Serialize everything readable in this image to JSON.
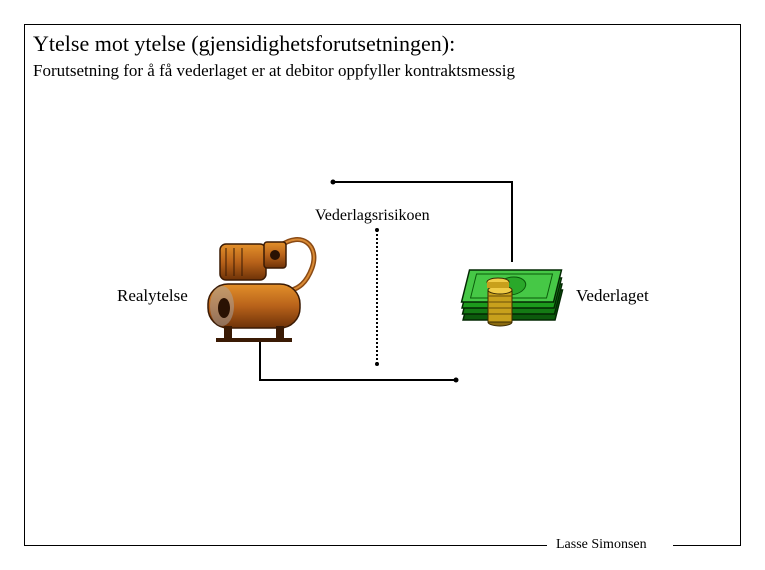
{
  "title": "Ytelse mot ytelse (gjensidighetsforutsetningen):",
  "subtitle": "Forutsetning for å få vederlaget er at debitor oppfyller kontraktsmessig",
  "labels": {
    "risk": "Vederlagsrisikoen",
    "left": "Realytelse",
    "right": "Vederlaget"
  },
  "footer": "Lasse Simonsen",
  "icons": {
    "left": "water-pump-icon",
    "right": "money-stack-icon"
  }
}
